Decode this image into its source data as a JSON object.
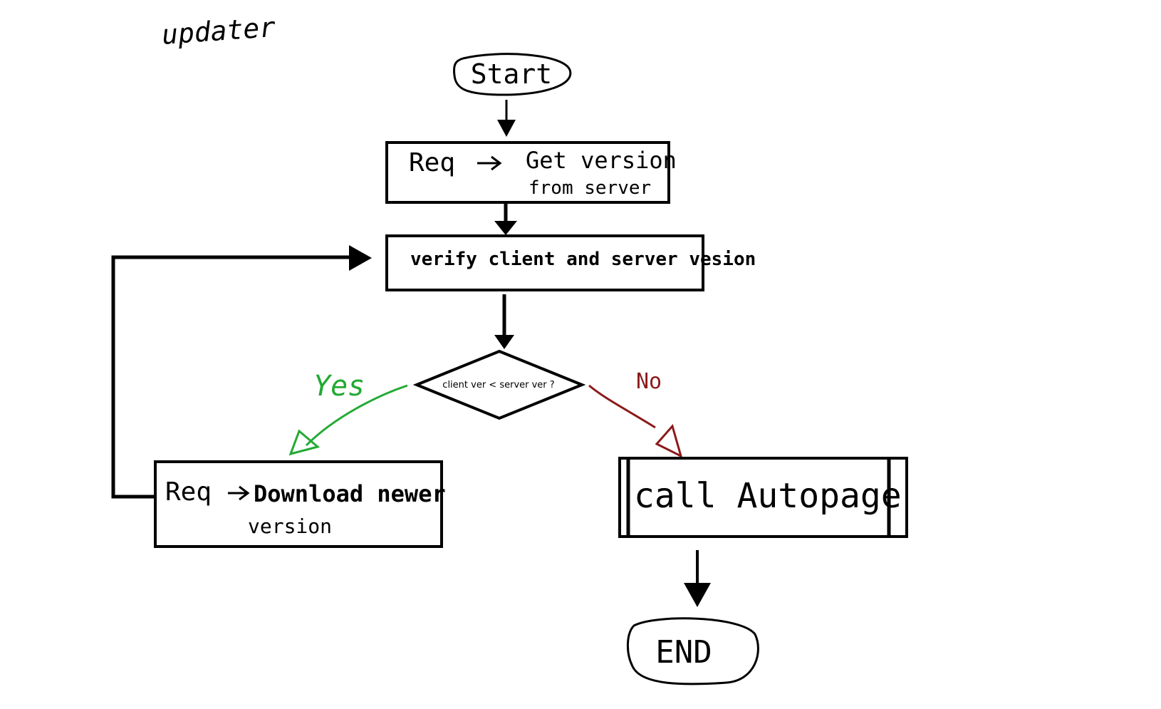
{
  "title": "updater",
  "nodes": {
    "start": "Start",
    "get_version_req": "Req",
    "get_version_line1": "Get version",
    "get_version_line2": "from server",
    "verify": "verify client and server vesion",
    "decision": "client ver < server ver ?",
    "download_req": "Req",
    "download_line1": "Download newer",
    "download_line2": "version",
    "call_autopage": "call Autopage",
    "end": "END"
  },
  "edges": {
    "yes_label": "Yes",
    "no_label": "No"
  },
  "colors": {
    "ink": "#000000",
    "yes": "#22aa33",
    "no": "#8b1a1a"
  }
}
